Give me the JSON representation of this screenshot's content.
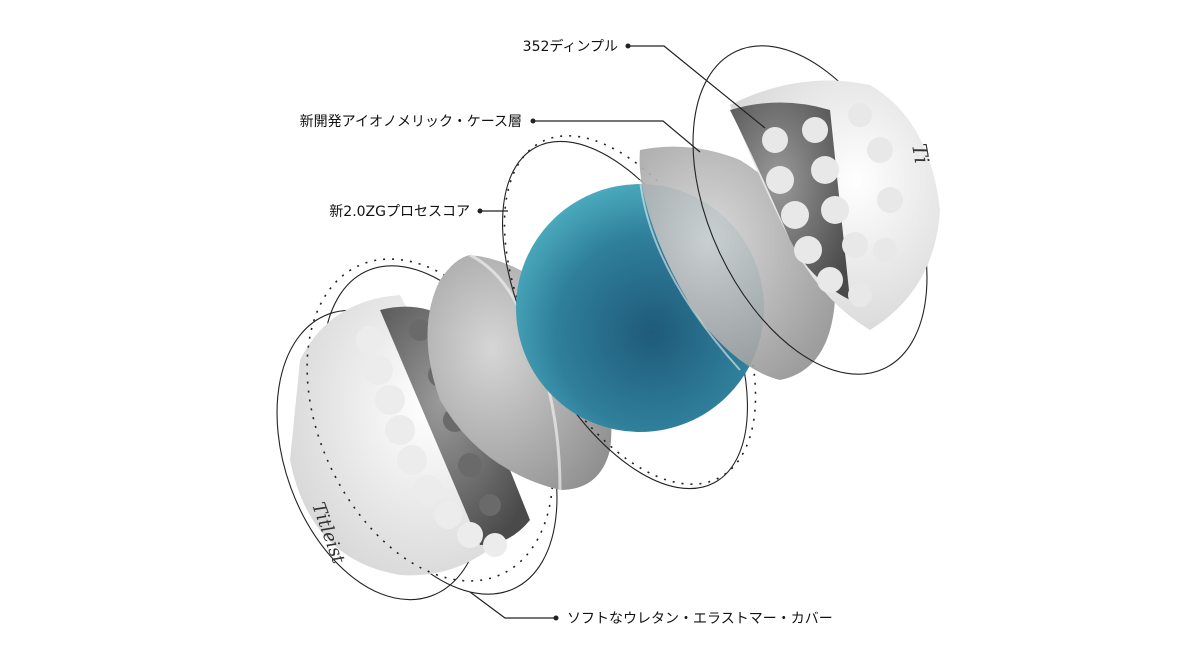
{
  "diagram": {
    "title_logo_text": "Titleist",
    "labels": {
      "dimples": "352ディンプル",
      "case_layer": "新開発アイオノメリック・ケース層",
      "core": "新2.0ZGプロセスコア",
      "cover": "ソフトなウレタン・エラストマー・カバー"
    },
    "colors": {
      "core": "#3a8fa6",
      "core_dark": "#1f4f6e",
      "mantle": "#b8b8b8",
      "cover": "#f2f2f2"
    }
  }
}
